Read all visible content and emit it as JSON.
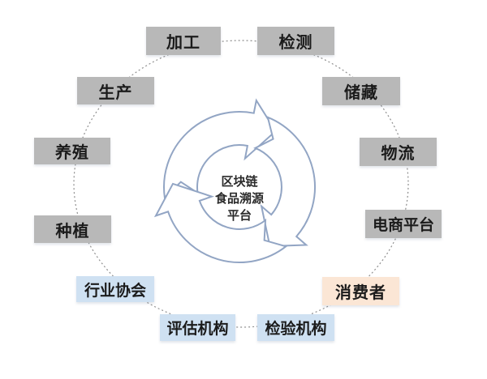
{
  "center": {
    "line1": "区块链",
    "line2": "食品溯源",
    "line3": "平台"
  },
  "nodes": [
    {
      "id": "processing",
      "label": "加工",
      "type": "gray"
    },
    {
      "id": "testing",
      "label": "检测",
      "type": "gray"
    },
    {
      "id": "production",
      "label": "生产",
      "type": "gray"
    },
    {
      "id": "storage",
      "label": "储藏",
      "type": "gray"
    },
    {
      "id": "breeding",
      "label": "养殖",
      "type": "gray"
    },
    {
      "id": "logistics",
      "label": "物流",
      "type": "gray"
    },
    {
      "id": "planting",
      "label": "种植",
      "type": "gray"
    },
    {
      "id": "ecommerce-platform",
      "label": "电商平台",
      "type": "gray"
    },
    {
      "id": "industry-association",
      "label": "行业协会",
      "type": "blue"
    },
    {
      "id": "consumer",
      "label": "消费者",
      "type": "peach"
    },
    {
      "id": "assessment-agency",
      "label": "评估机构",
      "type": "blue"
    },
    {
      "id": "inspection-agency",
      "label": "检验机构",
      "type": "blue"
    }
  ],
  "colors": {
    "node_gray": "#b8b8b8",
    "node_blue": "#cfe1f2",
    "node_peach": "#fbe6d5",
    "arrow_stroke": "#92a5c4",
    "connector": "#8e8e8e",
    "text": "#1b1b1b"
  }
}
